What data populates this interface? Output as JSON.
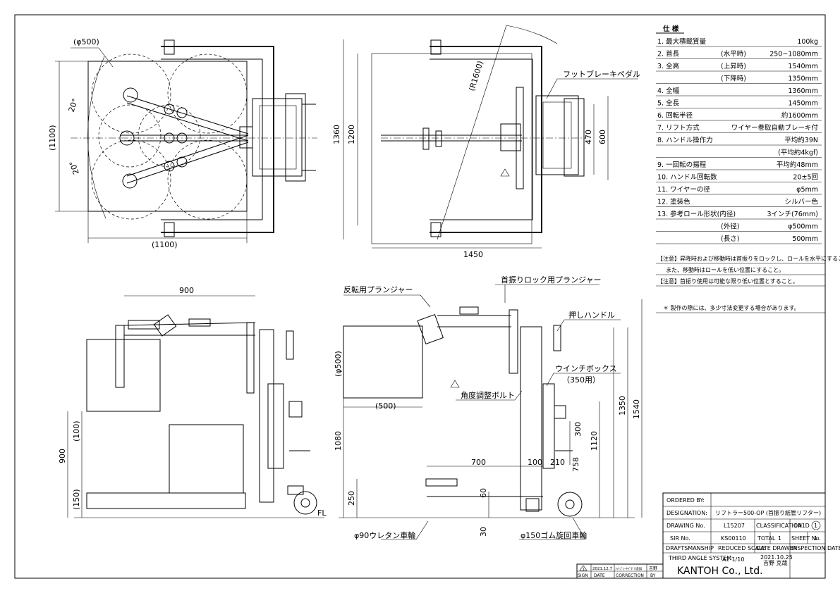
{
  "labels": {
    "d500_top": "(φ500)",
    "d1100_v": "(1100)",
    "d1100_h": "(1100)",
    "angle1": "20°",
    "angle2": "20°",
    "r1600": "(R1600)",
    "foot_brake": "フットブレーキペダル",
    "d1360": "1360",
    "d1200": "1200",
    "d1450": "1450",
    "d470": "470",
    "d600": "600",
    "d900_top": "900",
    "d900_side": "900",
    "d100": "(100)",
    "d150": "(150)",
    "fl": "FL",
    "flip_plunger": "反転用プランジャー",
    "neck_plunger": "首振りロック用プランジャー",
    "push_handle": "押しハンドル",
    "winch_box": "ウインチボックス",
    "winch_box_sub": "（350用）",
    "angle_bolt": "角度調整ボルト",
    "d500_v": "(φ500)",
    "d500_h": "(500)",
    "d1080": "1080",
    "d250": "250",
    "d60": "60",
    "d30": "30",
    "d700": "700",
    "d100b": "100",
    "d210": "210",
    "d300": "300",
    "d1120": "1120",
    "d758": "758",
    "d1350": "1350",
    "d1540": "1540",
    "wheel_90": "φ90ウレタン車輪",
    "wheel_150": "φ150ゴム旋回車輪"
  },
  "spec": {
    "title": "仕 様",
    "rows": [
      {
        "label": "1. 最大積載質量",
        "cond": "",
        "value": "100kg"
      },
      {
        "label": "2. 首長",
        "cond": "(水平時)",
        "value": "250~1080mm"
      },
      {
        "label": "3. 全高",
        "cond": "(上昇時)",
        "value": "1540mm"
      },
      {
        "label": "",
        "cond": "(下降時)",
        "value": "1350mm"
      },
      {
        "label": "4. 全幅",
        "cond": "",
        "value": "1360mm"
      },
      {
        "label": "5. 全長",
        "cond": "",
        "value": "1450mm"
      },
      {
        "label": "6. 回転半径",
        "cond": "",
        "value": "約1600mm"
      },
      {
        "label": "7. リフト方式",
        "cond": "",
        "value": "ワイヤー巻取自動ブレーキ付"
      },
      {
        "label": "8. ハンドル操作力",
        "cond": "",
        "value": "平均約39N"
      },
      {
        "label": "",
        "cond": "",
        "value": "(平均約4kgf)"
      },
      {
        "label": "9. 一回転の揚程",
        "cond": "",
        "value": "平均約48mm"
      },
      {
        "label": "10. ハンドル回転数",
        "cond": "",
        "value": "20±5回"
      },
      {
        "label": "11. ワイヤーの径",
        "cond": "",
        "value": "φ5mm"
      },
      {
        "label": "12. 塗装色",
        "cond": "",
        "value": "シルバー色"
      },
      {
        "label": "13. 参考ロール形状(内径)",
        "cond": "",
        "value": "3インチ(76mm)"
      },
      {
        "label": "",
        "cond": "(外径)",
        "value": "φ500mm"
      },
      {
        "label": "",
        "cond": "(長さ)",
        "value": "500mm"
      }
    ],
    "note1": "【注意】昇降時および移動時は首振りをロックし、ロールを水平にすること。",
    "note1b": "また、移動時はロールを低い位置にすること。",
    "note2": "【注意】首振り使用は可能な限り低い位置とすること。",
    "note3": "＊ 製作の際には、多少寸法変更する場合があります。"
  },
  "titleblock": {
    "ordered_by": "ORDERED BY:",
    "designation_label": "DESIGNATION:",
    "designation_value": "リフトラー500-OP (首振り紙管リフター)",
    "drawing_no_label": "DRAWING No.",
    "drawing_no_value": "L15207",
    "classification_label": "CLASSIFICATION",
    "classification_value": "0A1D",
    "rev": "1",
    "sir_label": "SIR No.",
    "sir_value": "KS00110",
    "total_label": "TOTAL",
    "total_value": "1",
    "sheet_label": "SHEET No.",
    "sheet_value": "1",
    "drafts_label": "DRAFTSMANSHIP",
    "reduced_label": "REDUCED SCALE",
    "date_drawer_label": "DATE DRAWER",
    "inspection_label": "INSPECTION DATE BY",
    "third_angle": "THIRD ANGLE SYSTEM",
    "scale_value": "A2-1/10",
    "date_value": "2021.10.25",
    "drawer_value": "吉野 克哉",
    "company": "KANTOH Co., Ltd."
  },
  "revision": {
    "mark": "1",
    "date": "2021.12.7",
    "correction": "ﾌｯﾄﾌﾞﾚｰｷﾍﾟﾀﾞﾙ追加",
    "by": "吉野",
    "h_sign": "SIGN",
    "h_date": "DATE",
    "h_correction": "CORRECTION",
    "h_by": "BY"
  }
}
